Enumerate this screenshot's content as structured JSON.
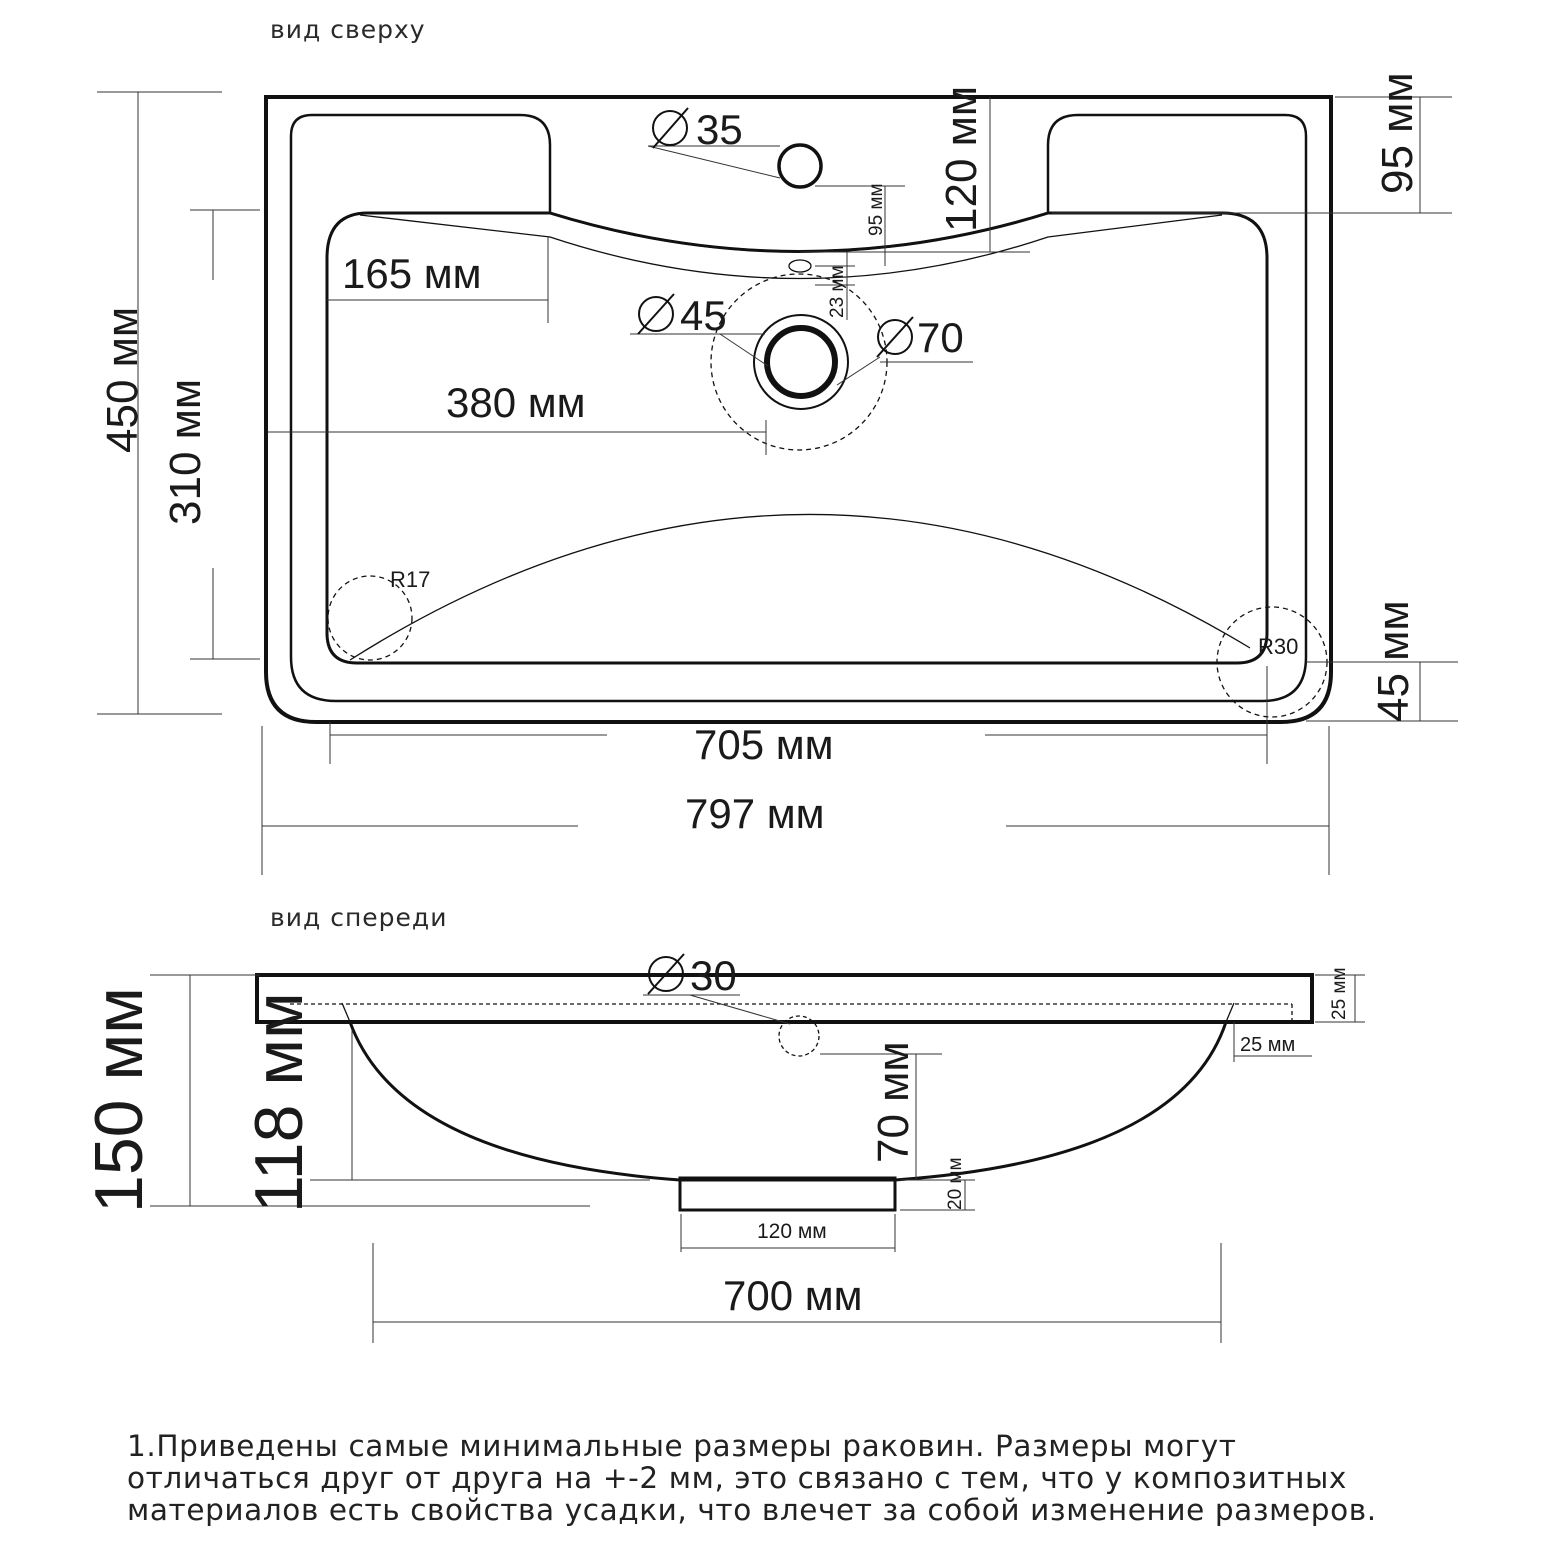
{
  "top_view": {
    "title": "вид сверху",
    "dims": {
      "hole_top": "35",
      "dist_120": "120 мм",
      "edge_95": "95 мм",
      "small_95": "95 мм",
      "small_23": "23 мм",
      "left_165": "165 мм",
      "drain_45": "45",
      "drain_70": "70",
      "center_380": "380 мм",
      "depth_450": "450 мм",
      "depth_310": "310 мм",
      "radius_17": "R17",
      "radius_30": "R30",
      "front_45": "45 мм",
      "width_705": "705 мм",
      "width_797": "797 мм"
    }
  },
  "front_view": {
    "title": "вид спереди",
    "dims": {
      "hole_30": "30",
      "rim_25": "25 мм",
      "inset_25": "25 мм",
      "height_150": "150 мм",
      "height_118": "118 мм",
      "drop_70": "70 мм",
      "base_20": "20 мм",
      "base_120": "120 мм",
      "width_700": "700 мм"
    }
  },
  "note": {
    "lines": [
      "1.Приведены самые минимальные размеры раковин. Размеры могут",
      "отличаться друг от друга на +-2 мм, это связано с тем, что у композитных",
      "материалов есть свойства усадки, что влечет за собой изменение размеров."
    ]
  }
}
